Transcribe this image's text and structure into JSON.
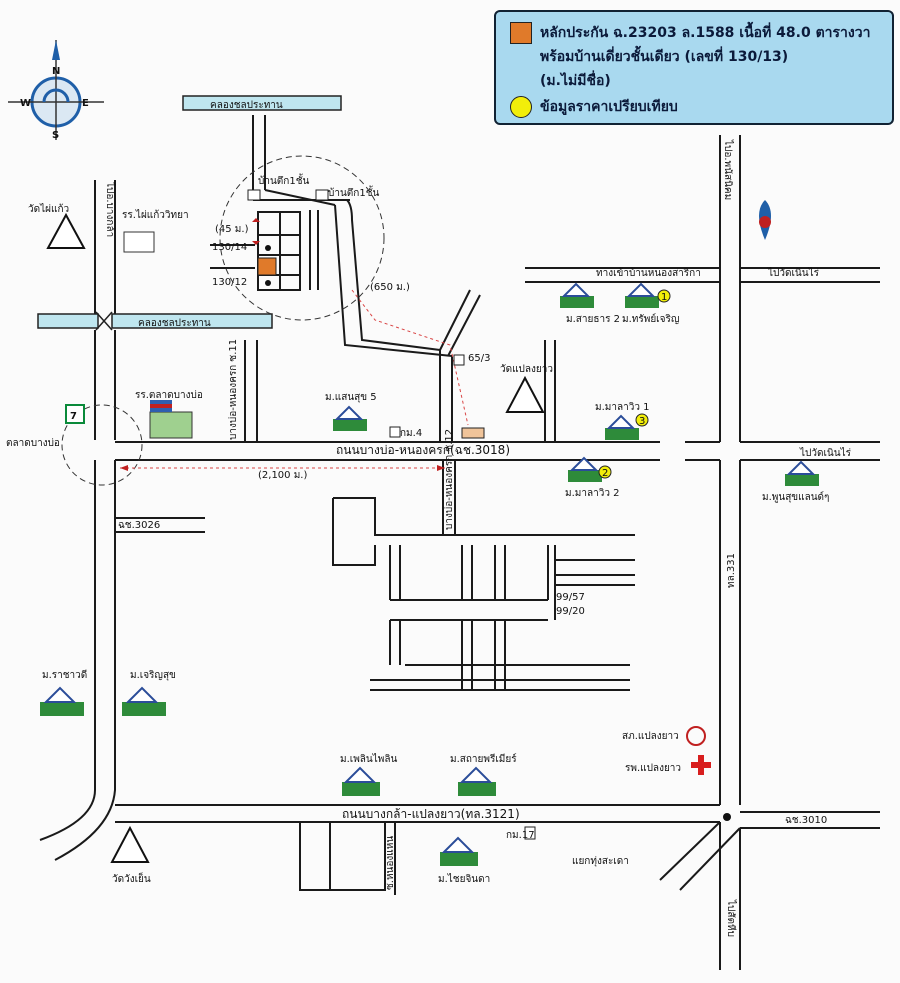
{
  "legend": {
    "collateral_line1": "หลักประกัน ฉ.23203 ล.1588 เนื้อที่ 48.0 ตารางวา",
    "collateral_line2": "พร้อมบ้านเดี่ยวชั้นเดียว (เลขที่ 130/13)",
    "collateral_line3": "(ม.ไม่มีชื่อ)",
    "comparable_label": "ข้อมูลราคาเปรียบเทียบ",
    "collateral_color": "#e07a2a",
    "comparable_color": "#f2ee0a"
  },
  "compass": {
    "n": "N",
    "s": "S",
    "e": "E",
    "w": "W"
  },
  "canals": {
    "top": "คลองชลประทาน",
    "middle": "คลองชลประทาน"
  },
  "roads": {
    "main_road": "ถนนบางบ่อ-หนองครก(ฉช.3018)",
    "bottom_road": "ถนนบางกล้า-แปลงยาว(ทล.3121)",
    "route_3026": "ฉช.3026",
    "route_331": "ทล.331",
    "route_3010": "ฉช.3010",
    "soi_11": "บางบ่อ-หนองครก ซ.11",
    "soi_12": "บางบ่อ-หนองครก ซ.12",
    "soi_south": "ซ.หนองแหน",
    "to_bangkla": "ไปอ.บางกล้า",
    "to_phanat": "ไปอ.พนัสนิคม",
    "to_sattahip": "ไปสัตหีบ",
    "to_wat_noen_rai_1": "ไปวัดเนินไร่",
    "to_wat_noen_rai_2": "ไปวัดเนินไร่",
    "to_nong_sarika": "ทางเข้าบ้านหนองสาริกา",
    "talat_bang_bo": "ตลาดบางบ่อ",
    "junction_thung": "แยกทุ่งสะเดา"
  },
  "distances": {
    "d45": "(45 ม.)",
    "d650": "(650 ม.)",
    "d2100": "(2,100 ม.)"
  },
  "houses": {
    "two_storey_1": "บ้านตึก1ชั้น",
    "two_storey_2": "บ้านตึก1ชั้น",
    "no_13014": "130/14",
    "no_13012": "130/12",
    "no_653": "65/3",
    "no_9957": "99/57",
    "no_9920": "99/20"
  },
  "places": {
    "wat_phai_kaew": "วัดไผ่แก้ว",
    "school_phai_kaew": "รร.ไผ่แก้ววิทยา",
    "school_talat": "รร.ตลาดบางบ่อ",
    "wat_plaeng_yao": "วัดแปลงยาว",
    "wat_wang_yen": "วัดวังเย็น",
    "km4": "กม.4",
    "km17": "กม.17",
    "police": "สภ.แปลงยาว",
    "hospital": "รพ.แปลงยาว"
  },
  "villages": {
    "sai_than_2": "ม.สายธาร 2",
    "sap_charoen": "ม.ทรัพย์เจริญ",
    "saen_suk_5": "ม.แสนสุข 5",
    "maneerin_1": "ม.มาลาวิว 1",
    "maneerin_2": "ม.มาลาวิว 2",
    "poon_suk": "ม.พูนสุขแลนด์ๆ",
    "ratchawadee": "ม.ราชาวดี",
    "charoen_suk": "ม.เจริญสุข",
    "pleonpin": "ม.เพลินไพลิน",
    "sathai_premier": "ม.สถายพรีเมียร์",
    "chai_charoen": "ม.ไชยจินดา"
  },
  "comparables": {
    "c1": "1",
    "c2": "2",
    "c3": "3"
  }
}
